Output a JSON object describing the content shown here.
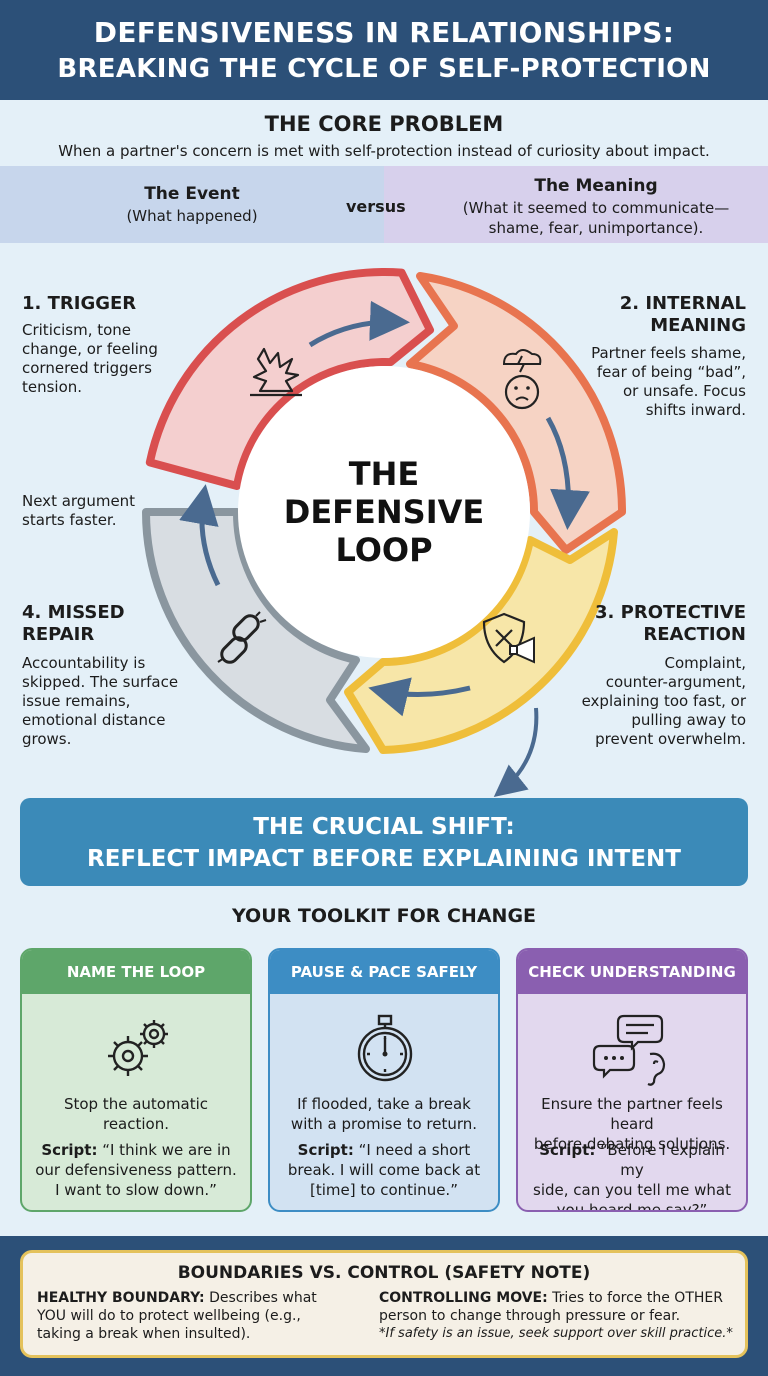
{
  "header": {
    "title_line1": "DEFENSIVENESS IN RELATIONSHIPS:",
    "title_line2": "BREAKING THE CYCLE OF SELF-PROTECTION"
  },
  "core": {
    "title": "THE CORE PROBLEM",
    "text": "When a partner's concern is met with self-protection instead of curiosity about impact."
  },
  "comparison": {
    "event_title": "The Event",
    "event_sub": "(What happened)",
    "versus": "versus",
    "meaning_title": "The Meaning",
    "meaning_sub_line1": "(What it seemed to communicate—",
    "meaning_sub_line2": "shame, fear, unimportance)."
  },
  "loop": {
    "center_line1": "THE",
    "center_line2": "DEFENSIVE",
    "center_line3": "LOOP",
    "stages": [
      {
        "title_line1": "1. TRIGGER",
        "text_lines": [
          "Criticism, tone",
          "change, or feeling",
          "cornered triggers",
          "tension."
        ],
        "icon": "explosion-icon"
      },
      {
        "title_line1": "2. INTERNAL",
        "title_line2": "MEANING",
        "text_lines": [
          "Partner feels shame,",
          "fear of being “bad”,",
          "or unsafe. Focus",
          "shifts inward."
        ],
        "icon": "worried-face-icon"
      },
      {
        "title_line1": "3. PROTECTIVE",
        "title_line2": "REACTION",
        "text_lines": [
          "Complaint,",
          "counter-argument,",
          "explaining too fast, or",
          "pulling away to",
          "prevent overwhelm."
        ],
        "icon": "shield-megaphone-icon"
      },
      {
        "title_line1": "4. MISSED",
        "title_line2": "REPAIR",
        "text_lines": [
          "Accountability is",
          "skipped. The surface",
          "issue remains,",
          "emotional distance",
          "grows."
        ],
        "icon": "broken-chain-icon"
      }
    ],
    "return_note_lines": [
      "Next argument",
      "starts faster."
    ],
    "colors": {
      "trigger": "#d94f4f",
      "meaning": "#e8744f",
      "reaction": "#efbe3a",
      "repair": "#8a969f",
      "arrow": "#4a6a90"
    }
  },
  "shift": {
    "line1": "THE CRUCIAL SHIFT:",
    "line2": "REFLECT IMPACT BEFORE EXPLAINING INTENT"
  },
  "toolkit": {
    "title": "YOUR TOOLKIT FOR CHANGE",
    "cards": [
      {
        "title": "NAME THE LOOP",
        "icon": "gears-icon",
        "desc_lines": [
          "Stop the automatic",
          "reaction."
        ],
        "script_label": "Script:",
        "script_line1": " “I think we are in",
        "script_line2": "our defensiveness pattern.",
        "script_line3": "I want to slow down.”",
        "color": "#5ea66a"
      },
      {
        "title": "PAUSE & PACE SAFELY",
        "icon": "stopwatch-icon",
        "desc_lines": [
          "If flooded, take a break",
          "with a promise to return."
        ],
        "script_label": "Script:",
        "script_line1": " “I need a short",
        "script_line2": "break. I will come back at",
        "script_line3": "[time] to continue.”",
        "color": "#3d8dc4"
      },
      {
        "title": "CHECK UNDERSTANDING",
        "icon": "speech-ear-icon",
        "desc_lines": [
          "Ensure the partner feels heard",
          "before debating solutions."
        ],
        "script_label": "Script:",
        "script_line1": " “Before I explain my",
        "script_line2": "side, can you tell me what",
        "script_line3": "you heard me say?”",
        "color": "#8a5fb0"
      }
    ]
  },
  "safety": {
    "title": "BOUNDARIES VS. CONTROL (SAFETY NOTE)",
    "healthy_label": "HEALTHY BOUNDARY:",
    "healthy_line1": " Describes what",
    "healthy_line2": "YOU will do to protect wellbeing (e.g.,",
    "healthy_line3": "taking a break when insulted).",
    "control_label": "CONTROLLING MOVE:",
    "control_line1": " Tries to force the OTHER",
    "control_line2": "person to change through pressure or fear.",
    "note": "*If safety is an issue, seek support over skill practice.*"
  }
}
